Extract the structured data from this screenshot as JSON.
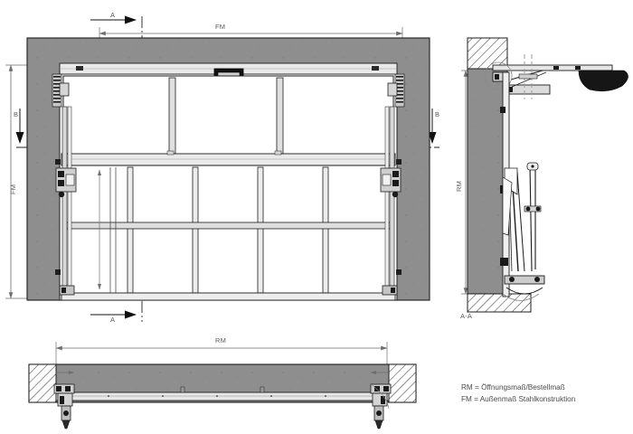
{
  "drawing": {
    "title": "Sectional door technical drawing",
    "background": "#ffffff",
    "colors": {
      "concrete_fill": "#8e8e8e",
      "panel_fill": "#ffffff",
      "rail_fill": "#e3e3e3",
      "dark_part": "#1a1a1a",
      "line": "#1c1c1c",
      "dim_line": "#6e6e6e",
      "text": "#5a5a5a"
    }
  },
  "views": {
    "elevation": {
      "name": "front-elevation",
      "dimensions": {
        "top_label": "FM",
        "left_label": "FM"
      },
      "section_marks": {
        "top_a": "A",
        "bottom_a": "A",
        "left_b": "B",
        "right_b": "B"
      },
      "upper_section_panels": 3,
      "lower_section_columns": 5,
      "lower_section_rows": 2
    },
    "side_section": {
      "name": "side-section-a-a",
      "label": "A-A",
      "dimension_label": "RM"
    },
    "plan_section": {
      "name": "plan-section-b-b",
      "dimension_label": "RM"
    }
  },
  "legend": {
    "line1": "RM = Öffnungsmaß/Bestellmaß",
    "line2": "FM = Außenmaß Stahlkonstruktion"
  }
}
